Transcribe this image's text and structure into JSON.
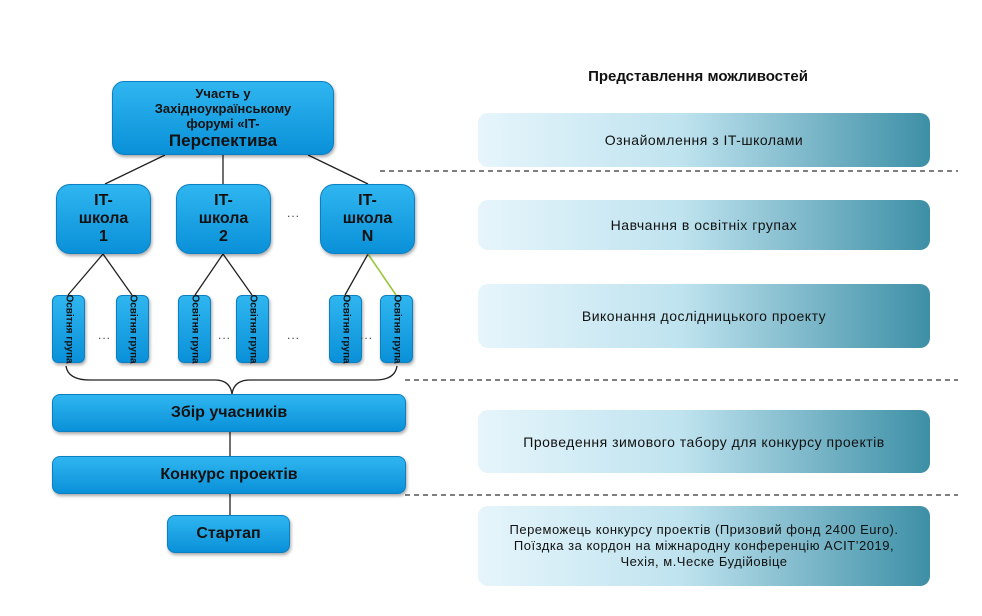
{
  "forum": {
    "line1": "Участь у",
    "line2": "Західноукраїнському",
    "line3": "форумі «IT-",
    "line4": "Перспектива"
  },
  "schools": [
    {
      "line1": "IT-",
      "line2": "школа",
      "line3": "1"
    },
    {
      "line1": "IT-",
      "line2": "школа",
      "line3": "2"
    },
    {
      "line1": "IT-",
      "line2": "школа",
      "line3": "N"
    }
  ],
  "group_label": "Освітня група",
  "ellipsis": "...",
  "steps": {
    "collect": "Збір учасників",
    "contest": "Конкурс проектів",
    "startup": "Стартап"
  },
  "heading": "Представлення можливостей",
  "opportunities": [
    "Ознайомлення з IT-школами",
    "Навчання в освітніх групах",
    "Виконання дослідницького проекту",
    "Проведення зимового табору для конкурсу проектів",
    "Переможець конкурсу проектів (Призовий фонд 2400 Euro). Поїздка за кордон на міжнародну конференцію ACIT’2019, Чехія, м.Ческе Будійовіце"
  ],
  "colors": {
    "box_top": "#2fb6f0",
    "box_bottom": "#0a90d8",
    "panel_dark": "#3d8fa6",
    "panel_light": "#e6f5fb"
  }
}
